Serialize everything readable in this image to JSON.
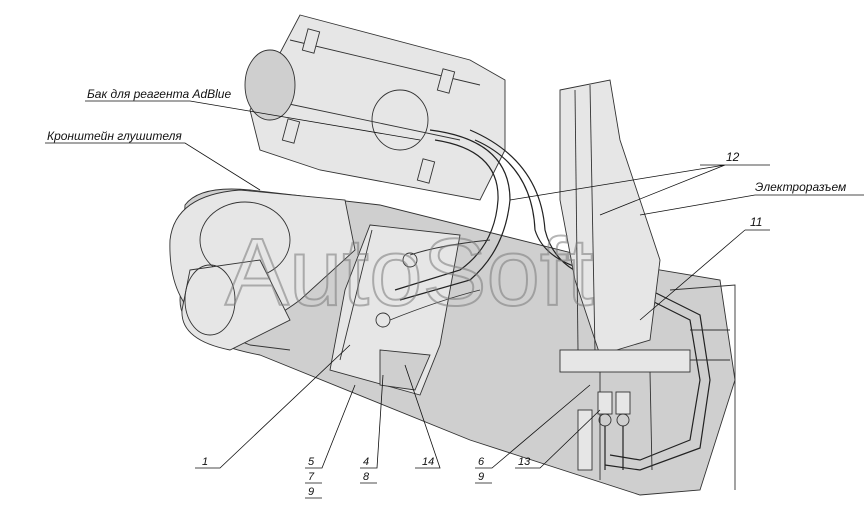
{
  "labels": {
    "tank": "Бак для реагента AdBlue",
    "bracket": "Кронштейн глушителя",
    "connector": "Электроразъем",
    "n12": "12",
    "n11": "11",
    "n1": "1",
    "n5": "5",
    "n7": "7",
    "n9a": "9",
    "n4": "4",
    "n8": "8",
    "n14": "14",
    "n6": "6",
    "n9b": "9",
    "n13": "13"
  },
  "watermark": "AutoSoft"
}
